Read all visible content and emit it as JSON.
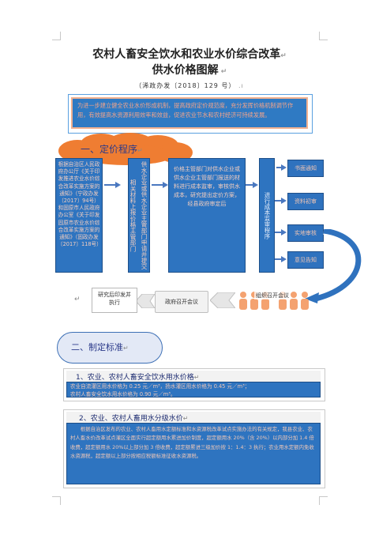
{
  "document": {
    "title_line1": "农村人畜安全饮水和农业水价综合改革",
    "title_line2": "供水价格图解",
    "doc_number": "（浠政办发〔2018〕129 号）",
    "intro": "为进一步建立健全农业水价形成机制，提高政府定价规范度，充分发挥价格机制调节作用，有效提高水资源利用效率和效益，促进农业节水和农村经济可持续发展。"
  },
  "section1": {
    "heading": "一、定价程序"
  },
  "flow": {
    "basis": "根据自治区人民政府办公厅《关于印发推进农业水价综合改革实施方案的通知》（宁政办发〔2017〕94号）和固原市人民政府办公室《关于印发固原市农业水价综合改革实施方案的通知》（固政办发〔2017〕118号）",
    "apply": "供水企业或供水企业主管部门申请并提交相关材料上报价格主管部门",
    "review": "价格主管部门对供水企业或供水企业主管部门报送的材料进行成本监审，审核供水成本，研究提出定价方案，经县政府审定后",
    "procedure": "进行成本监审程序",
    "steps": [
      "书面通知",
      "资料初审",
      "实地审核",
      "意见告知"
    ],
    "hearing": "组织召开会议",
    "gov_meeting": "政府召开会议",
    "publish": "研究后印发并执行"
  },
  "section2": {
    "heading": "二、制定标准"
  },
  "standard1": {
    "title": "1、农业、农村人畜安全饮水用水价格",
    "line1": "农业自流灌区用水价格为 0.25 元／m³，扬水灌区用水价格为 0.45 元／m³；",
    "line2": "农村人畜安全饮水用水价格为 0.90 元／m³。"
  },
  "standard2": {
    "title": "2、农业、农村人畜用水分级水价",
    "body": "根据自治区发布的农业、农村人畜用水定额标准和水资源税改革试点实施办法的有关规定，我县农业、农村人畜水价改革试点灌区全面实行超定额用水累进加价制度，超定额用水 20%（含 20%）以内部分加 1.4 倍收费，超定额用水 20%以上部分加 3 倍收费，超定额累进三级加价按 1：1.4：3 执行；农业用水定额内免收水资源税，超定额以上部分按相应税额标准征收水资源税。"
  },
  "colors": {
    "box_blue": "#2e74c0",
    "text_peach": "#f2c6b4",
    "cloud_orange": "#ef7d32",
    "people_orange": "#f4a270",
    "heading_navy": "#1b2a70"
  }
}
